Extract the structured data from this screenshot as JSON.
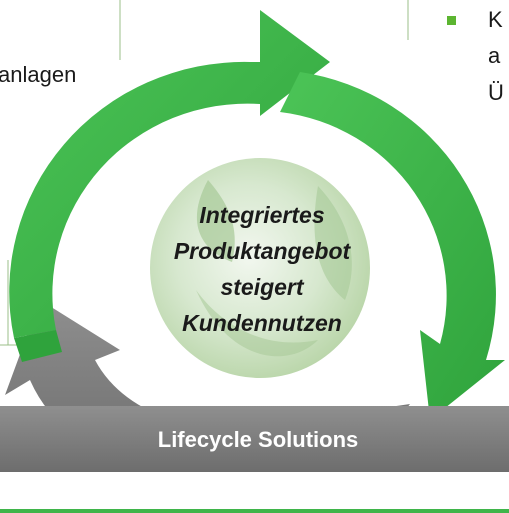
{
  "left_panel": {
    "text_fragment": "anlagen"
  },
  "right_panel": {
    "bullet_line_1": "K",
    "bullet_line_2": "a",
    "bullet_line_3": "Ü"
  },
  "center": {
    "line1": "Integriertes",
    "line2": "Produktangebot",
    "line3": "steigert",
    "line4": "Kundennutzen"
  },
  "bottom_banner": {
    "label": "Lifecycle Solutions"
  },
  "colors": {
    "green_arrow": "#3fb54a",
    "green_dark": "#2f9a3a",
    "gray_arrow": "#7a7a7a",
    "gray_banner": "#8a8a8a",
    "bullet_green": "#5cb531",
    "panel_border": "#9bbf8a"
  },
  "icons": {
    "bullet": "square-bullet-icon"
  }
}
